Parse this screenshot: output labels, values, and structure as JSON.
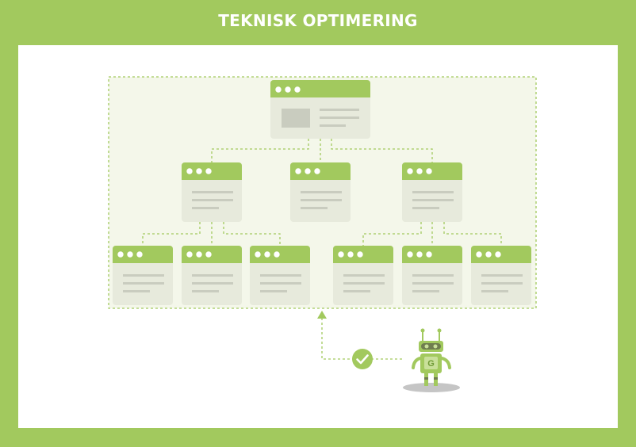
{
  "header": {
    "title": "TEKNISK OPTIMERING"
  },
  "colors": {
    "frame_green": "#a2c95e",
    "window_bar": "#a2c95e",
    "window_body": "#e7eadc",
    "placeholder_line": "#c9ccbf",
    "sitemap_bg": "#f4f7ea",
    "robot_shadow": "#c5c5c5"
  },
  "diagram": {
    "sitemap_levels": [
      1,
      3,
      6
    ],
    "robot_badge": "G",
    "check_icon": "check-icon",
    "robot_icon": "robot-icon"
  }
}
